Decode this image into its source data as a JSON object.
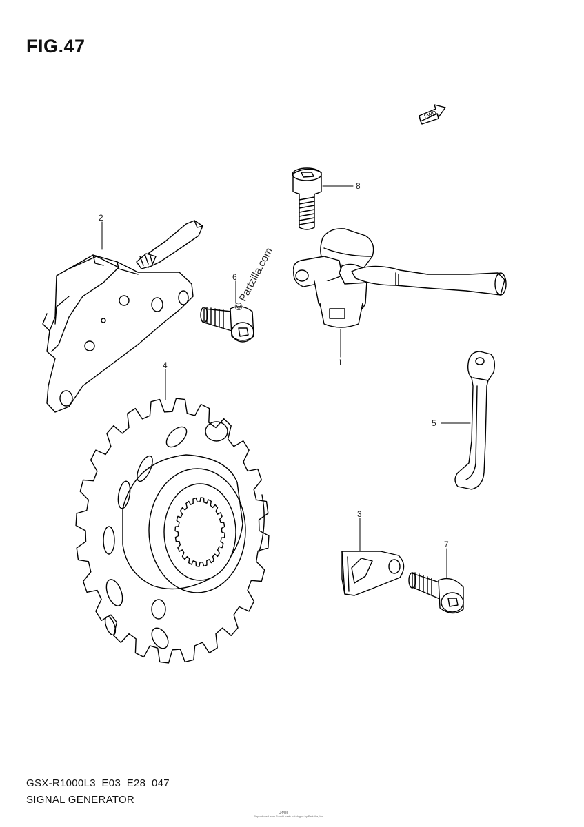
{
  "figure": {
    "title": "FIG.47"
  },
  "fwd_label": "FWD",
  "watermark": "© Partzilla.com",
  "callouts": {
    "sensor": "1",
    "rotor_plate": "2",
    "bracket": "3",
    "sprocket": "4",
    "clamp": "5",
    "bolt_6": "6",
    "bolt_7": "7",
    "bolt_8": "8"
  },
  "footer": {
    "model_code": "GSX-R1000L3_E03_E28_047",
    "section_name": "SIGNAL GENERATOR",
    "small_id": "U4/U5",
    "copyright": "Reproduced from Suzuki parts catalogue by Partzilla, Inc."
  }
}
